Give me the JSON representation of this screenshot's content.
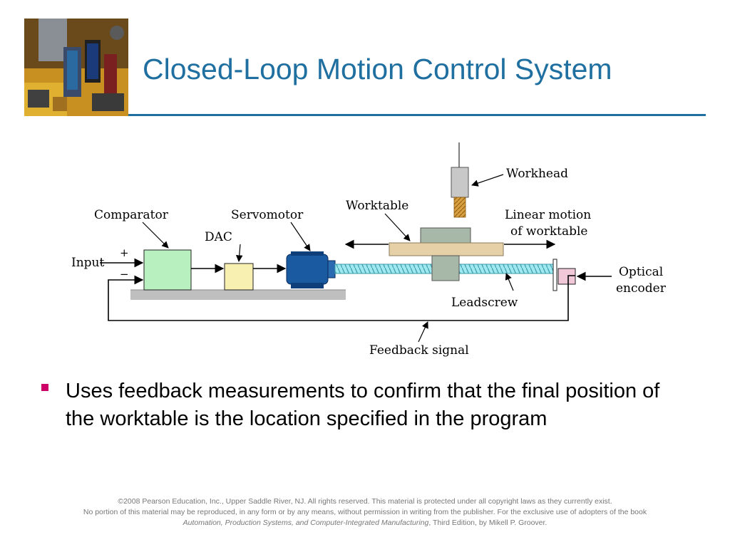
{
  "slide": {
    "title": "Closed-Loop Motion Control System",
    "bullet": "Uses feedback measurements to confirm that the final position of the worktable is the location specified in the program",
    "accent_color": "#1f6fa0",
    "bullet_color": "#cc0066"
  },
  "diagram": {
    "labels": {
      "input": "Input",
      "plus": "+",
      "minus": "−",
      "comparator": "Comparator",
      "dac": "DAC",
      "servomotor": "Servomotor",
      "worktable": "Worktable",
      "workhead": "Workhead",
      "linear_motion_1": "Linear motion",
      "linear_motion_2": "of worktable",
      "optical_1": "Optical",
      "optical_2": "encoder",
      "leadscrew": "Leadscrew",
      "feedback": "Feedback signal"
    },
    "colors": {
      "comparator": "#b8f0c0",
      "dac": "#f8f0b0",
      "motor": "#1a5aa0",
      "leadscrew": "#9fe8f0",
      "worktable": "#e6d0a8",
      "nut": "#a8b8a8",
      "workhead": "#c8c8c8",
      "tool": "#d8a040",
      "encoder": "#f0c8d8",
      "base": "#bfbfbf"
    }
  },
  "footer": {
    "line1": "©2008 Pearson Education, Inc., Upper Saddle River, NJ.  All rights reserved.  This material is protected under all copyright laws as they currently exist.",
    "line2": "No portion of this material may be reproduced, in any form or by any means, without permission in writing from the publisher.  For the exclusive use of adopters of the book",
    "line3_italic": "Automation, Production Systems, and Computer-Integrated Manufacturing",
    "line3_rest": ", Third Edition, by Mikell P. Groover."
  }
}
